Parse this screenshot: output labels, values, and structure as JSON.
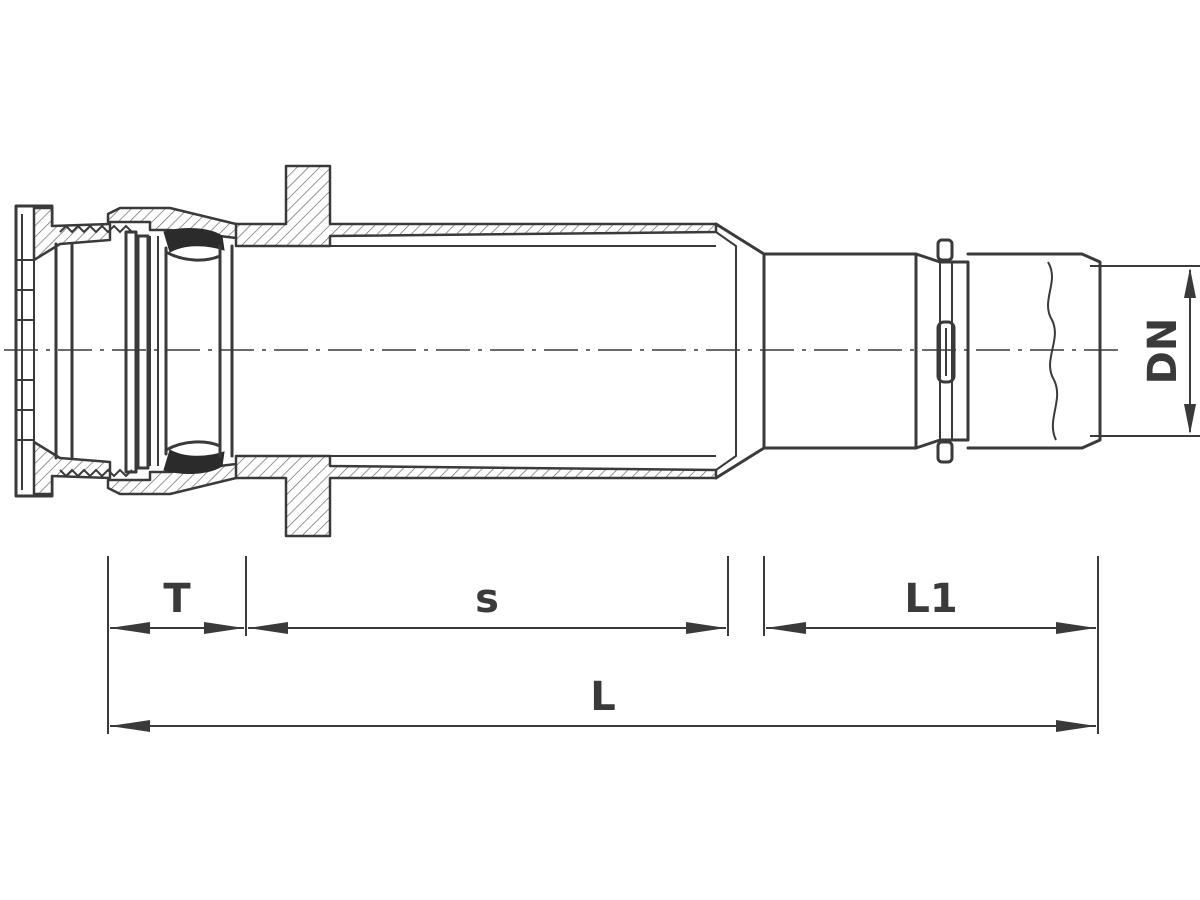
{
  "dimensions": {
    "t_label": "T",
    "s_label": "s",
    "l1_label": "L1",
    "l_label": "L",
    "dn_label": "DN"
  }
}
